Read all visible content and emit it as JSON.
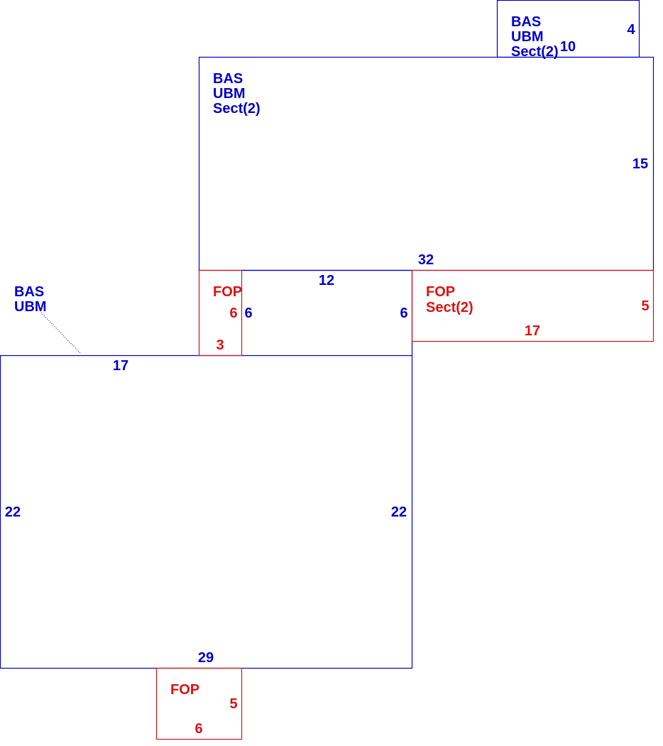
{
  "colors": {
    "living_area": "#0000cc",
    "porch": "#dd1111"
  },
  "sketch": {
    "main_lower": {
      "line1": "BAS",
      "line2": "UBM",
      "dims": {
        "top": "17",
        "left": "22",
        "right": "22",
        "bottom": "29"
      }
    },
    "main_upper": {
      "line1": "BAS",
      "line2": "UBM",
      "line3": "Sect(2)",
      "dims": {
        "right": "15",
        "bottom": "32",
        "left_step": "6",
        "right_step": "6",
        "middle": "12"
      }
    },
    "small_top": {
      "line1": "BAS",
      "line2": "UBM",
      "line3": "Sect(2)",
      "dims": {
        "right": "4",
        "bottom": "10"
      }
    },
    "porch_small": {
      "label": "FOP",
      "dims": {
        "height": "6",
        "bottom": "3"
      }
    },
    "porch_right": {
      "line1": "FOP",
      "line2": "Sect(2)",
      "dims": {
        "right": "5",
        "bottom": "17"
      }
    },
    "porch_bottom": {
      "label": "FOP",
      "dims": {
        "right": "5",
        "bottom": "6"
      }
    }
  }
}
